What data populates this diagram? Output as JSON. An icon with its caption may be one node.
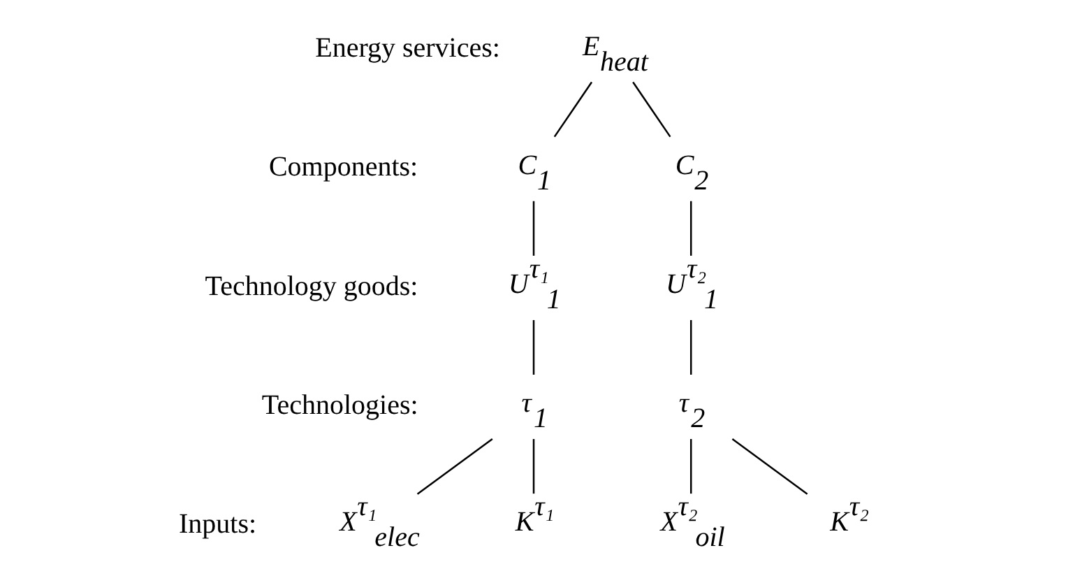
{
  "diagram": {
    "nodes": [
      {
        "text": [
          "E$_{heat}$"
        ]
      },
      {
        "text": [
          "C$_{1}$"
        ]
      },
      {
        "text": [
          "C$_{2}$"
        ]
      },
      {
        "text": [
          "U$^{τ₁}$$_{1}$"
        ]
      },
      {
        "text": [
          "U$^{τ₂}$$_{1}$"
        ]
      },
      {
        "text": [
          "τ$_{1}$"
        ]
      },
      {
        "text": [
          "τ$_{2}$"
        ]
      },
      {
        "text": [
          "X$^{τ₁}$$_{elec}$"
        ]
      },
      {
        "text": [
          "K$^{τ₁}$"
        ]
      },
      {
        "text": [
          "X$^{τ₂}$$_{oil}$"
        ]
      },
      {
        "text": [
          "K$^{τ₂}$"
        ]
      }
    ],
    "edges": [
      {
        "from": 0,
        "to": 1,
        "arrow": "none"
      },
      {
        "from": 0,
        "to": 2,
        "arrow": "none"
      },
      {
        "from": 1,
        "to": 3,
        "arrow": "none"
      },
      {
        "from": 2,
        "to": 4,
        "arrow": "none"
      },
      {
        "from": 3,
        "to": 5,
        "arrow": "none"
      },
      {
        "from": 4,
        "to": 6,
        "arrow": "none"
      },
      {
        "from": 5,
        "to": 7,
        "arrow": "none"
      },
      {
        "from": 5,
        "to": 8,
        "arrow": "none"
      },
      {
        "from": 6,
        "to": 9,
        "arrow": "none"
      },
      {
        "from": 6,
        "to": 10,
        "arrow": "none"
      }
    ],
    "labels": [
      "Energy services:",
      "Components:",
      "Technology goods:",
      "Technologies:",
      "Inputs:"
    ]
  }
}
